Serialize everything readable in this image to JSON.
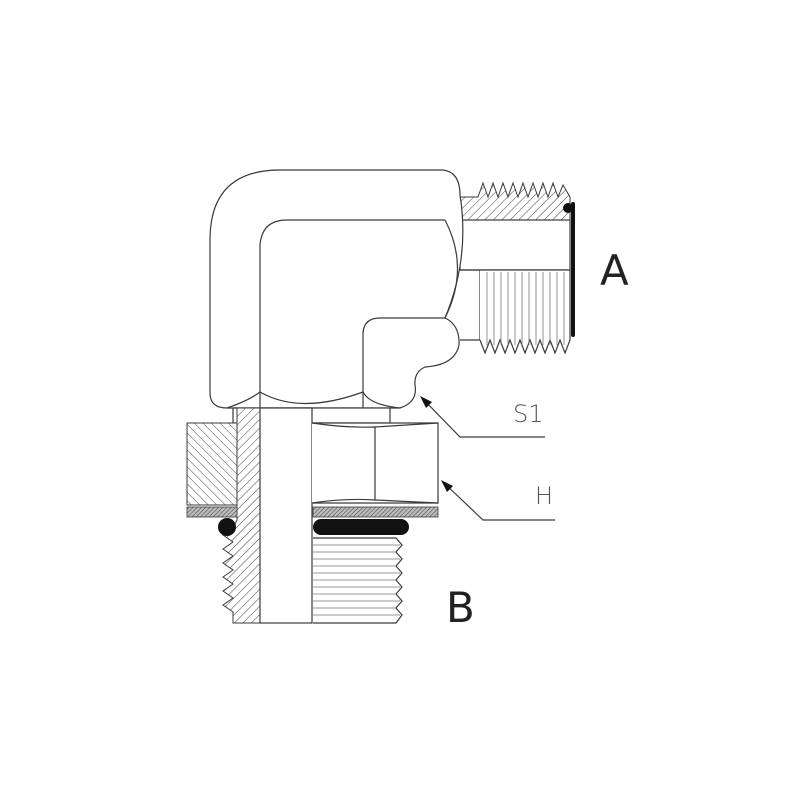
{
  "labels": {
    "port_a": "A",
    "port_b": "B",
    "s1": "S1",
    "h": "H"
  },
  "colors": {
    "line": "#3a3a3a",
    "seal": "#111111",
    "background": "#ffffff"
  }
}
